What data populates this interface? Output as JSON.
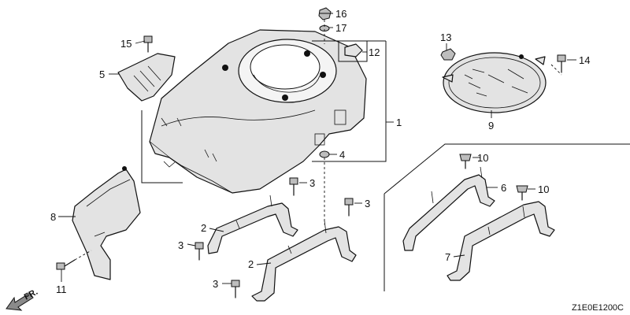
{
  "callouts": [
    "1",
    "2",
    "2",
    "3",
    "3",
    "3",
    "3",
    "4",
    "5",
    "6",
    "7",
    "8",
    "9",
    "10",
    "10",
    "11",
    "12",
    "13",
    "14",
    "15",
    "16",
    "17"
  ],
  "diagram_code": "Z1E0E1200C",
  "front_label": "FR."
}
